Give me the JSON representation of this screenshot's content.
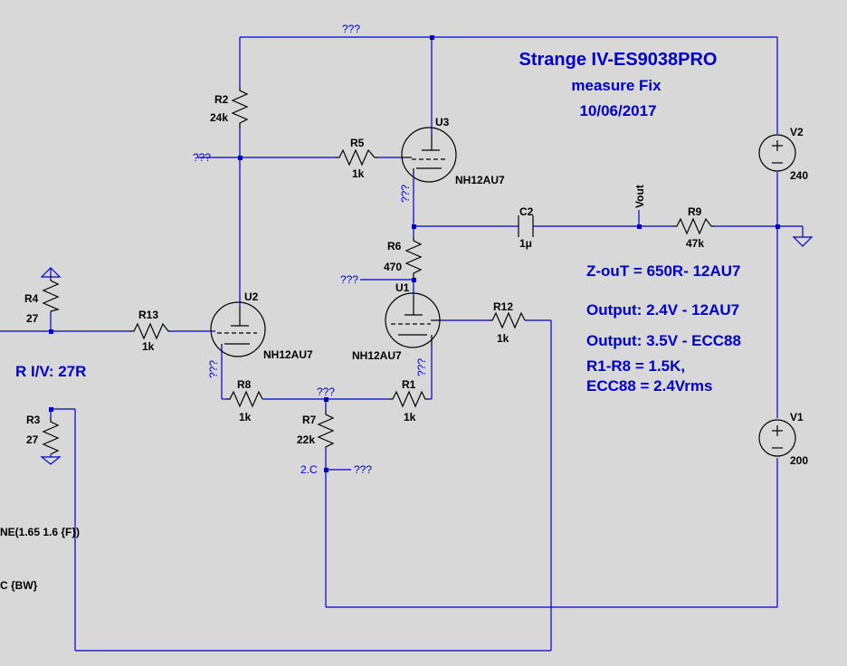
{
  "title": {
    "line1": "Strange IV-ES9038PRO",
    "line2": "measure Fix",
    "line3": "10/06/2017"
  },
  "notes": {
    "zout": "Z-ouT = 650R- 12AU7",
    "out1": "Output: 2.4V - 12AU7",
    "out2": "Output: 3.5V - ECC88",
    "r1r8_a": "R1-R8 = 1.5K,",
    "r1r8_b": "ECC88 = 2.4Vrms",
    "riv": "R I/V: 27R"
  },
  "components": {
    "R2": {
      "name": "R2",
      "value": "24k"
    },
    "R5": {
      "name": "R5",
      "value": "1k"
    },
    "R6": {
      "name": "R6",
      "value": "470"
    },
    "R4": {
      "name": "R4",
      "value": "27"
    },
    "R13": {
      "name": "R13",
      "value": "1k"
    },
    "R12": {
      "name": "R12",
      "value": "1k"
    },
    "R8": {
      "name": "R8",
      "value": "1k"
    },
    "R1": {
      "name": "R1",
      "value": "1k"
    },
    "R7": {
      "name": "R7",
      "value": "22k"
    },
    "R3": {
      "name": "R3",
      "value": "27"
    },
    "R9": {
      "name": "R9",
      "value": "47k"
    },
    "C2": {
      "name": "C2",
      "value": "1μ"
    },
    "U1": {
      "name": "U1",
      "model": "NH12AU7"
    },
    "U2": {
      "name": "U2",
      "model": "NH12AU7"
    },
    "U3": {
      "name": "U3",
      "model": "NH12AU7"
    },
    "V1": {
      "name": "V1",
      "value": "200"
    },
    "V2": {
      "name": "V2",
      "value": "240"
    }
  },
  "nets": {
    "unknown": "???",
    "vout": "Vout",
    "node_2c": "2.C"
  },
  "fragments": {
    "sine": "NE(1.65 1.6 {F})",
    "ac": "C {BW}"
  },
  "colors": {
    "background": "#d8d8d8",
    "wire": "#0000cc",
    "component": "#000000",
    "annotation": "#0000cc"
  }
}
